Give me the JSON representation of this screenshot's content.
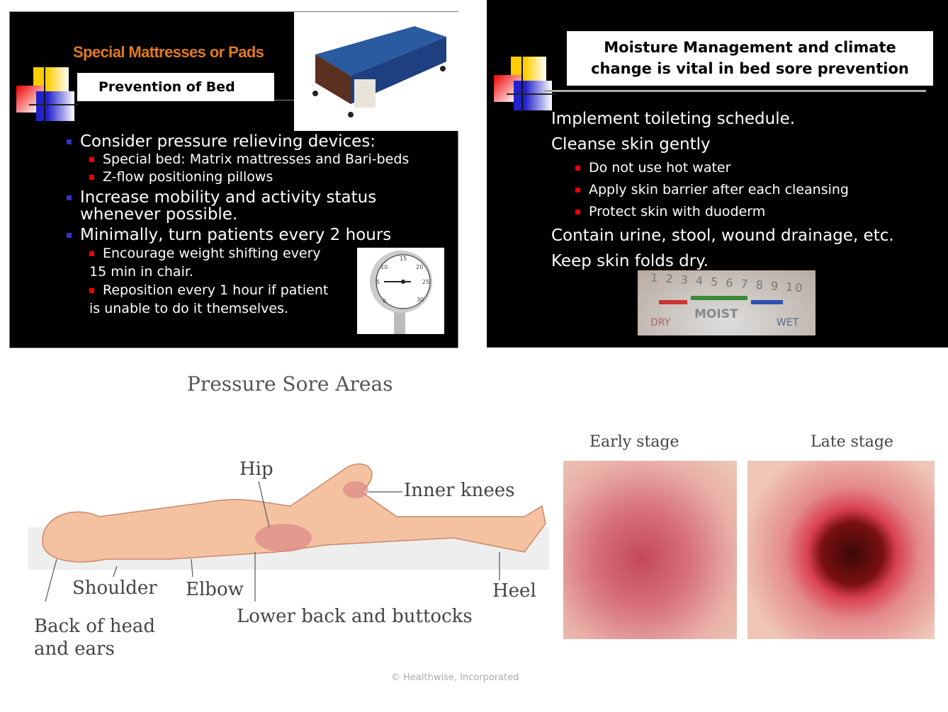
{
  "slide1": {
    "title": "Special Mattresses or Pads",
    "subtitle": "Prevention of Bed sores",
    "bullets": [
      {
        "text": "Consider pressure relieving devices:",
        "sub": [
          "Special bed:  Matrix mattresses and Bari-beds",
          "Z-flow positioning pillows"
        ]
      },
      {
        "text": "Increase mobility and activity status whenever possible."
      },
      {
        "text": "Minimally, turn patients every 2 hours",
        "sub": [
          "Encourage weight shifting every 15 min in chair.",
          "Reposition every 1 hour if patient is unable to do it themselves."
        ]
      }
    ],
    "timer_ticks": [
      "15",
      "20",
      "25",
      "30",
      "0",
      "5",
      "10"
    ]
  },
  "slide2": {
    "title": "Moisture Management and climate change is vital in bed sore prevention",
    "lines": [
      "Implement toileting schedule.",
      "Cleanse skin gently"
    ],
    "sub": [
      "Do not use hot water",
      "Apply skin barrier after each cleansing",
      "Protect skin with duoderm"
    ],
    "lines2": [
      "Contain urine, stool, wound drainage, etc.",
      "Keep skin folds dry."
    ],
    "meter": {
      "numbers": "1 2 3 4 5 6 7 8 9 10",
      "dry": "DRY",
      "moist": "MOIST",
      "wet": "WET"
    }
  },
  "diagram": {
    "title": "Pressure Sore Areas",
    "labels": {
      "hip": "Hip",
      "inner_knees": "Inner knees",
      "shoulder": "Shoulder",
      "elbow": "Elbow",
      "heel": "Heel",
      "back_head": "Back of head",
      "and_ears": "and ears",
      "lower_back": "Lower back and buttocks"
    },
    "copyright": "© Healthwise, Incorporated"
  },
  "stages": {
    "early": "Early stage",
    "late": "Late stage"
  }
}
